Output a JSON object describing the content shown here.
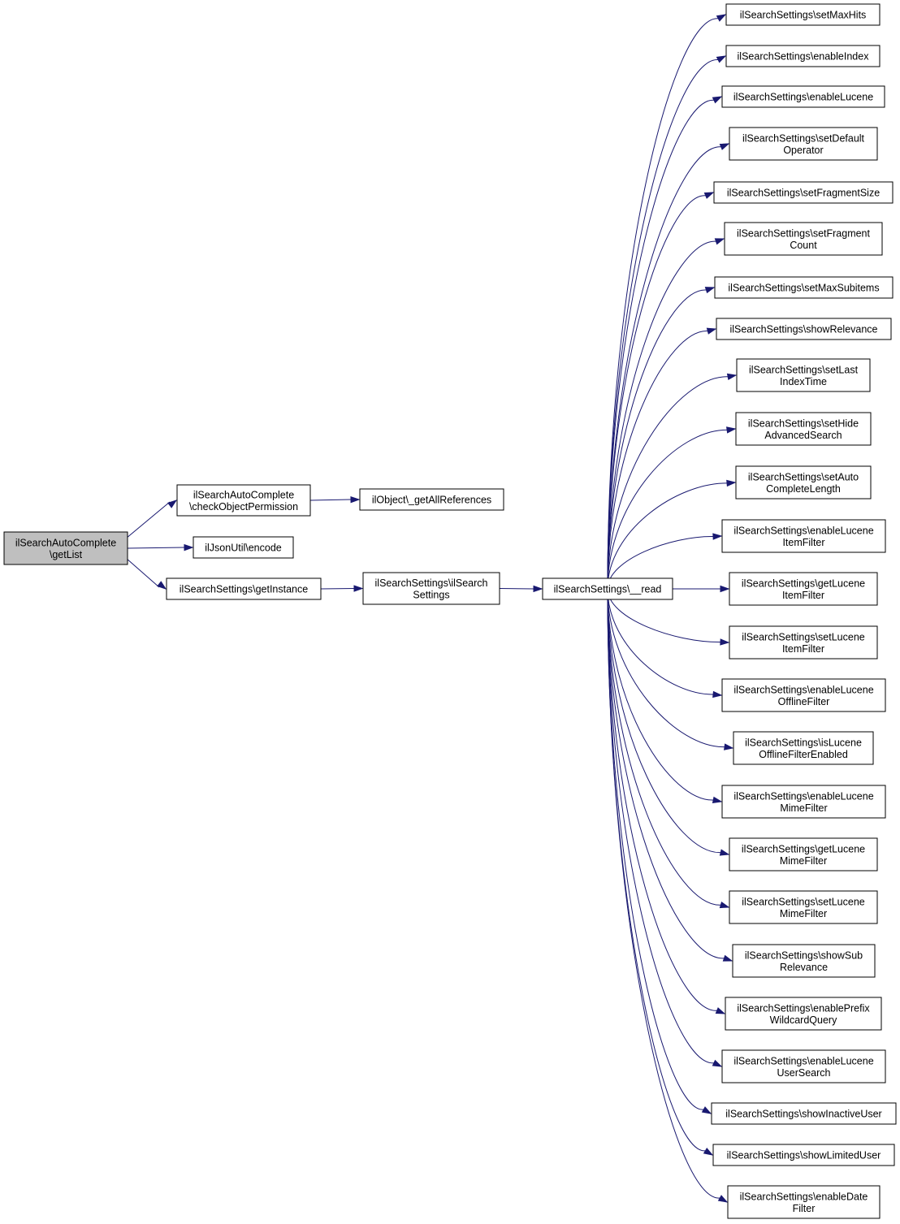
{
  "diagram": {
    "type": "call-graph",
    "nodes": [
      {
        "id": "root",
        "label": [
          "ilSearchAutoComplete",
          "\\getList"
        ],
        "highlight": true
      },
      {
        "id": "check",
        "label": [
          "ilSearchAutoComplete",
          "\\checkObjectPermission"
        ]
      },
      {
        "id": "allrefs",
        "label": [
          "ilObject\\_getAllReferences"
        ]
      },
      {
        "id": "encode",
        "label": [
          "ilJsonUtil\\encode"
        ]
      },
      {
        "id": "getinst",
        "label": [
          "ilSearchSettings\\getInstance"
        ]
      },
      {
        "id": "ctor",
        "label": [
          "ilSearchSettings\\ilSearch",
          "Settings"
        ]
      },
      {
        "id": "read",
        "label": [
          "ilSearchSettings\\__read"
        ]
      },
      {
        "id": "t0",
        "label": [
          "ilSearchSettings\\setMaxHits"
        ]
      },
      {
        "id": "t1",
        "label": [
          "ilSearchSettings\\enableIndex"
        ]
      },
      {
        "id": "t2",
        "label": [
          "ilSearchSettings\\enableLucene"
        ]
      },
      {
        "id": "t3",
        "label": [
          "ilSearchSettings\\setDefault",
          "Operator"
        ]
      },
      {
        "id": "t4",
        "label": [
          "ilSearchSettings\\setFragmentSize"
        ]
      },
      {
        "id": "t5",
        "label": [
          "ilSearchSettings\\setFragment",
          "Count"
        ]
      },
      {
        "id": "t6",
        "label": [
          "ilSearchSettings\\setMaxSubitems"
        ]
      },
      {
        "id": "t7",
        "label": [
          "ilSearchSettings\\showRelevance"
        ]
      },
      {
        "id": "t8",
        "label": [
          "ilSearchSettings\\setLast",
          "IndexTime"
        ]
      },
      {
        "id": "t9",
        "label": [
          "ilSearchSettings\\setHide",
          "AdvancedSearch"
        ]
      },
      {
        "id": "t10",
        "label": [
          "ilSearchSettings\\setAuto",
          "CompleteLength"
        ]
      },
      {
        "id": "t11",
        "label": [
          "ilSearchSettings\\enableLucene",
          "ItemFilter"
        ]
      },
      {
        "id": "t12",
        "label": [
          "ilSearchSettings\\getLucene",
          "ItemFilter"
        ]
      },
      {
        "id": "t13",
        "label": [
          "ilSearchSettings\\setLucene",
          "ItemFilter"
        ]
      },
      {
        "id": "t14",
        "label": [
          "ilSearchSettings\\enableLucene",
          "OfflineFilter"
        ]
      },
      {
        "id": "t15",
        "label": [
          "ilSearchSettings\\isLucene",
          "OfflineFilterEnabled"
        ]
      },
      {
        "id": "t16",
        "label": [
          "ilSearchSettings\\enableLucene",
          "MimeFilter"
        ]
      },
      {
        "id": "t17",
        "label": [
          "ilSearchSettings\\getLucene",
          "MimeFilter"
        ]
      },
      {
        "id": "t18",
        "label": [
          "ilSearchSettings\\setLucene",
          "MimeFilter"
        ]
      },
      {
        "id": "t19",
        "label": [
          "ilSearchSettings\\showSub",
          "Relevance"
        ]
      },
      {
        "id": "t20",
        "label": [
          "ilSearchSettings\\enablePrefix",
          "WildcardQuery"
        ]
      },
      {
        "id": "t21",
        "label": [
          "ilSearchSettings\\enableLucene",
          "UserSearch"
        ]
      },
      {
        "id": "t22",
        "label": [
          "ilSearchSettings\\showInactiveUser"
        ]
      },
      {
        "id": "t23",
        "label": [
          "ilSearchSettings\\showLimitedUser"
        ]
      },
      {
        "id": "t24",
        "label": [
          "ilSearchSettings\\enableDate",
          "Filter"
        ]
      }
    ],
    "edges": [
      [
        "root",
        "check"
      ],
      [
        "root",
        "encode"
      ],
      [
        "root",
        "getinst"
      ],
      [
        "check",
        "allrefs"
      ],
      [
        "getinst",
        "ctor"
      ],
      [
        "ctor",
        "read"
      ],
      [
        "read",
        "t0"
      ],
      [
        "read",
        "t1"
      ],
      [
        "read",
        "t2"
      ],
      [
        "read",
        "t3"
      ],
      [
        "read",
        "t4"
      ],
      [
        "read",
        "t5"
      ],
      [
        "read",
        "t6"
      ],
      [
        "read",
        "t7"
      ],
      [
        "read",
        "t8"
      ],
      [
        "read",
        "t9"
      ],
      [
        "read",
        "t10"
      ],
      [
        "read",
        "t11"
      ],
      [
        "read",
        "t12"
      ],
      [
        "read",
        "t13"
      ],
      [
        "read",
        "t14"
      ],
      [
        "read",
        "t15"
      ],
      [
        "read",
        "t16"
      ],
      [
        "read",
        "t17"
      ],
      [
        "read",
        "t18"
      ],
      [
        "read",
        "t19"
      ],
      [
        "read",
        "t20"
      ],
      [
        "read",
        "t21"
      ],
      [
        "read",
        "t22"
      ],
      [
        "read",
        "t23"
      ],
      [
        "read",
        "t24"
      ]
    ],
    "colors": {
      "edge": "#191970",
      "highlight_fill": "#bfbfbf",
      "node_border": "#000000"
    }
  }
}
